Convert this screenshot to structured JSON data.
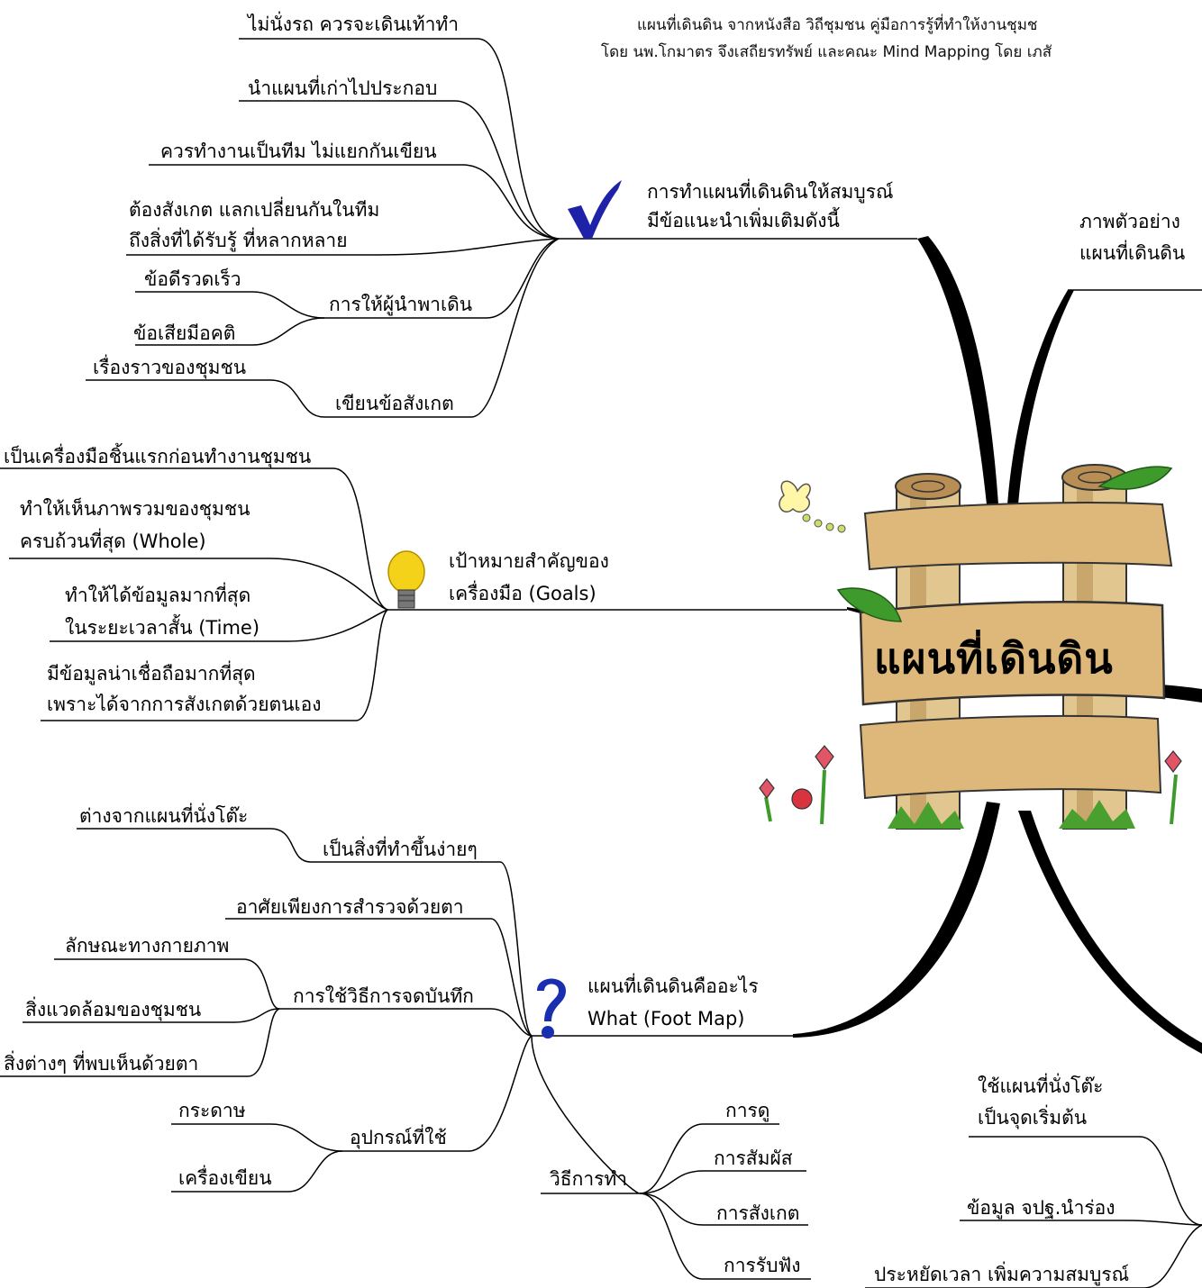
{
  "credit": {
    "line1": "แผนที่เดินดิน จากหนังสือ วิถีชุมชน คู่มือการรู้ที่ทำให้งานชุมช",
    "line2": "โดย นพ.โกมาตร จึงเสถียรทรัพย์ และคณะ Mind Mapping โดย เภสั"
  },
  "center": {
    "title": "แผนที่เดินดิน"
  },
  "branches": {
    "tips": {
      "title": [
        "การทำแผนที่เดินดินให้สมบูรณ์",
        "มีข้อแนะนำเพิ่มเติมดังนี้"
      ],
      "icon": "checkmark-icon",
      "items": [
        "ไม่นั่งรถ ควรจะเดินเท้าทำ",
        "นำแผนที่เก่าไปประกอบ",
        "ควรทำงานเป็นทีม ไม่แยกกันเขียน"
      ],
      "observe": [
        "ต้องสังเกต แลกเปลี่ยนกันในทีม",
        "ถึงสิ่งที่ได้รับรู้ ที่หลากหลาย"
      ],
      "guide": {
        "label": "การให้ผู้นำพาเดิน",
        "pros": "ข้อดีรวดเร็ว",
        "cons": "ข้อเสียมีอคติ"
      },
      "notes": {
        "label": "เขียนข้อสังเกต",
        "sub": "เรื่องราวของชุมชน"
      }
    },
    "goals": {
      "title": [
        "เป้าหมายสำคัญของ",
        "เครื่องมือ (Goals)"
      ],
      "icon": "lightbulb-icon",
      "first": "เป็นเครื่องมือชิ้นแรกก่อนทำงานชุมชน",
      "whole": [
        "ทำให้เห็นภาพรวมของชุมชน",
        "ครบถ้วนที่สุด (Whole)"
      ],
      "time": [
        "ทำให้ได้ข้อมูลมากที่สุด",
        "ในระยะเวลาสั้น (Time)"
      ],
      "trust": [
        "มีข้อมูลน่าเชื่อถือมากที่สุด",
        "เพราะได้จากการสังเกตด้วยตนเอง"
      ]
    },
    "what": {
      "title": [
        "แผนที่เดินดินคืออะไร",
        "What (Foot Map)"
      ],
      "icon": "question-mark-icon",
      "easy": {
        "label": "เป็นสิ่งที่ทำขึ้นง่ายๆ",
        "sub": "ต่างจากแผนที่นั่งโต๊ะ"
      },
      "survey": "อาศัยเพียงการสำรวจด้วยตา",
      "record": {
        "label": "การใช้วิธีการจดบันทึก",
        "subs": [
          "ลักษณะทางกายภาพ",
          "สิ่งแวดล้อมของชุมชน",
          "สิ่งต่างๆ ที่พบเห็นด้วยตา"
        ]
      },
      "tools": {
        "label": "อุปกรณ์ที่ใช้",
        "subs": [
          "กระดาษ",
          "เครื่องเขียน"
        ]
      },
      "methods": {
        "label": "วิธีการทำ",
        "subs": [
          "การดู",
          "การสัมผัส",
          "การสังเกต",
          "การรับฟัง"
        ]
      }
    },
    "example": {
      "title": [
        "ภาพตัวอย่าง",
        "แผนที่เดินดิน"
      ]
    },
    "desk": {
      "title": [
        "ใช้แผนที่นั่งโต๊ะ",
        "เป็นจุดเริ่มต้น"
      ],
      "subs": [
        "ข้อมูล จปฐ.นำร่อง",
        "ประหยัดเวลา เพิ่มความสมบูรณ์"
      ]
    }
  },
  "colors": {
    "line": "#000000",
    "check": "#1e22a8",
    "bulb": "#f5d21a",
    "question": "#1a2fb0",
    "wood": "#ddb87a",
    "leaf": "#3f9a2c"
  }
}
